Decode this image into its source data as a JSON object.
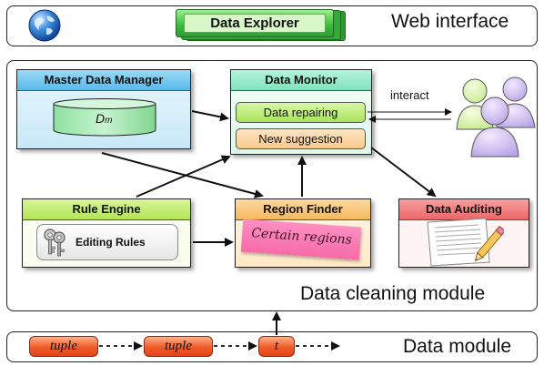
{
  "web": {
    "button_label": "Data Explorer",
    "label": "Web interface"
  },
  "cleaning": {
    "label": "Data cleaning module",
    "master": {
      "title": "Master Data Manager",
      "db_main": "D",
      "db_sub": "m"
    },
    "monitor": {
      "title": "Data Monitor",
      "repair_label": "Data repairing",
      "suggest_label": "New suggestion"
    },
    "interact_label": "interact",
    "rule_engine": {
      "title": "Rule Engine",
      "rules_label": "Editing Rules"
    },
    "region_finder": {
      "title": "Region Finder",
      "note": "Certain regions"
    },
    "auditing": {
      "title": "Data Auditing"
    }
  },
  "data_module": {
    "label": "Data module",
    "tuples": [
      "tuple",
      "tuple",
      "t"
    ]
  },
  "colors": {
    "master_header": "#6fc6ee",
    "monitor_header": "#8fe8c8",
    "rule_header": "#c6ec72",
    "region_header": "#f8c67a",
    "audit_header": "#f07272",
    "pill_green": "#b6e86a",
    "pill_orange": "#f8d09a",
    "tuple_orange": "#f05a28",
    "explorer_green": "#3bbf3f"
  }
}
